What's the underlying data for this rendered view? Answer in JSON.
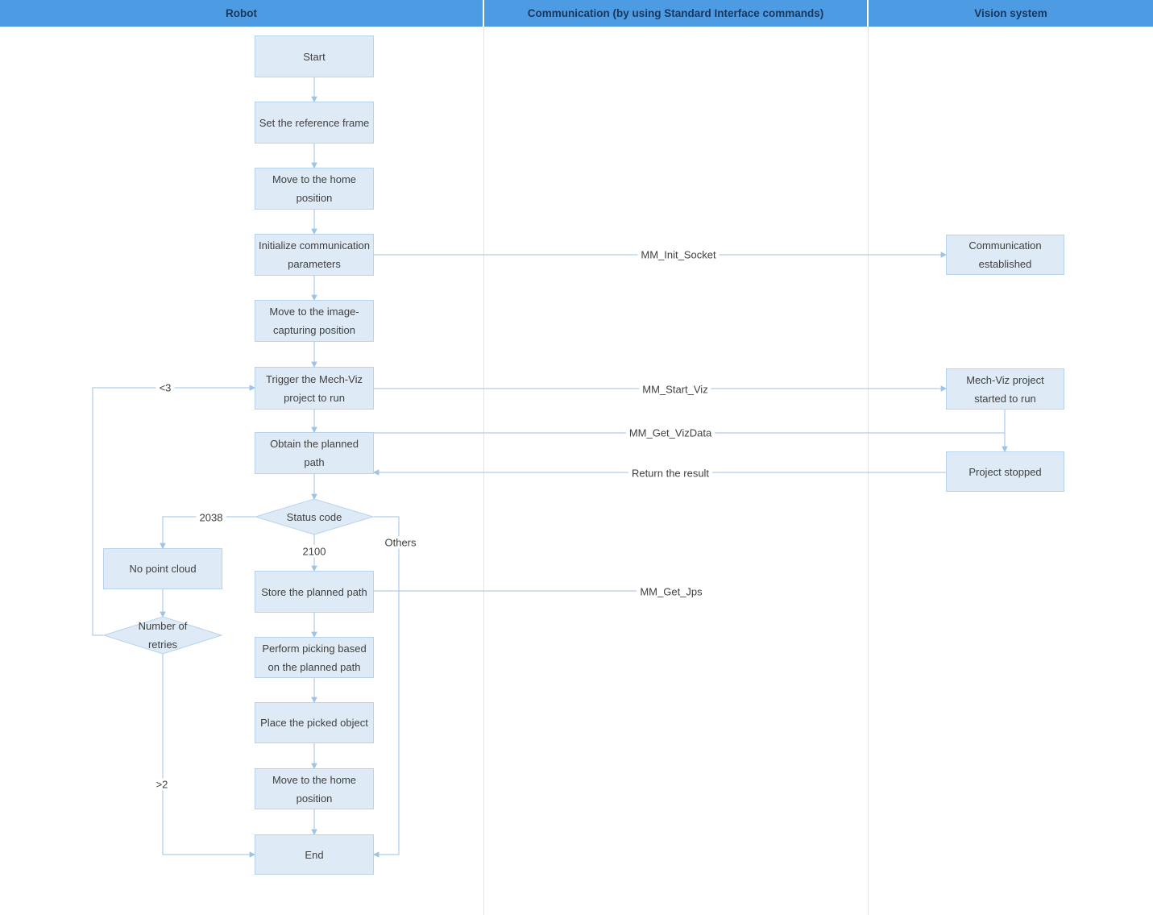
{
  "header": {
    "robot": "Robot",
    "communication": "Communication (by using Standard Interface commands)",
    "vision": "Vision system"
  },
  "robot_flow": {
    "start": "Start",
    "set_reference_frame": "Set the reference frame",
    "move_home_1": "Move to the home position",
    "init_comm": "Initialize communication parameters",
    "move_capture": "Move to the image-capturing position",
    "trigger_viz": "Trigger the Mech-Viz project to run",
    "obtain_path": "Obtain the planned path",
    "status_code": "Status code",
    "no_point_cloud": "No point cloud",
    "number_of_retries": "Number of retries",
    "store_path": "Store the planned path",
    "perform_picking": "Perform picking based on the planned path",
    "place_object": "Place the picked object",
    "move_home_2": "Move to the home position",
    "end": "End"
  },
  "vision_flow": {
    "comm_established": "Communication established",
    "viz_started": "Mech-Viz project started to run",
    "project_stopped": "Project stopped"
  },
  "edge_labels": {
    "mm_init_socket": "MM_Init_Socket",
    "mm_start_viz": "MM_Start_Viz",
    "mm_get_vizdata": "MM_Get_VizData",
    "return_result": "Return the result",
    "mm_get_jps": "MM_Get_Jps",
    "code_2038": "2038",
    "code_2100": "2100",
    "others": "Others",
    "less_than_3": "<3",
    "greater_than_2": ">2"
  },
  "colors": {
    "header_bg": "#4D9CE3",
    "header_text": "#17375E",
    "node_fill": "#DEEBF7",
    "node_border": "#B7D3EC",
    "arrow": "#9DC3E6",
    "label_text": "#404040"
  }
}
